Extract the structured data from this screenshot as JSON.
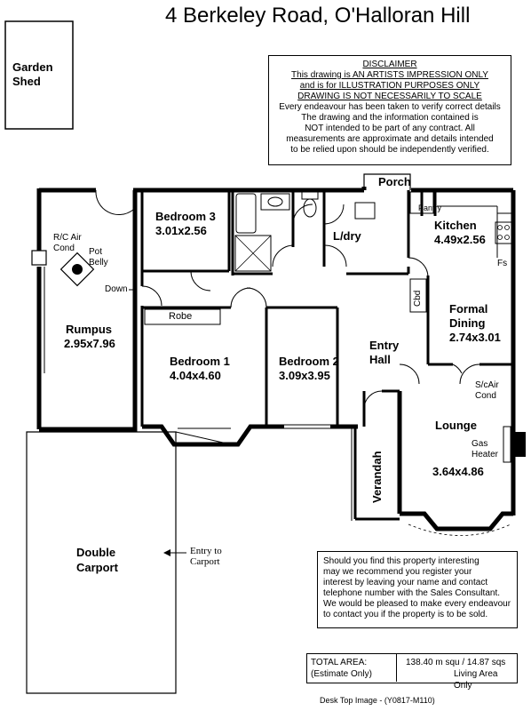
{
  "title": "4 Berkeley Road, O'Halloran Hill",
  "disclaimer": {
    "heading": "DISCLAIMER",
    "lines_underlined": [
      "This drawing is AN ARTISTS IMPRESSION ONLY",
      "and is for ILLUSTRATION PURPOSES ONLY",
      "DRAWING IS NOT NECESSARILY TO SCALE"
    ],
    "lines": [
      "Every endeavour has been taken to verify correct details",
      "The drawing and the information contained is",
      "NOT intended to be part of any contract. All",
      "measurements are approximate and details intended",
      "to be relied upon should be independently verified."
    ]
  },
  "rooms": {
    "garden_shed": [
      "Garden",
      "Shed"
    ],
    "bedroom3": {
      "name": "Bedroom 3",
      "size": "3.01x2.56"
    },
    "ldry": "L/dry",
    "porch": "Porch",
    "pantry": "Pantry",
    "kitchen": {
      "name": "Kitchen",
      "size": "4.49x2.56"
    },
    "fs": "Fs",
    "rc_air": [
      "R/C Air",
      "Cond"
    ],
    "pot_belly": [
      "Pot",
      "Belly"
    ],
    "down": "Down",
    "robe": "Robe",
    "cbd": "Cbd",
    "formal_dining": {
      "name1": "Formal",
      "name2": "Dining",
      "size": "2.74x3.01"
    },
    "rumpus": {
      "name": "Rumpus",
      "size": "2.95x7.96"
    },
    "bedroom1": {
      "name": "Bedroom 1",
      "size": "4.04x4.60"
    },
    "bedroom2": {
      "name": "Bedroom 2",
      "size": "3.09x3.95"
    },
    "entry_hall": [
      "Entry",
      "Hall"
    ],
    "sc_air": [
      "S/cAir",
      "Cond"
    ],
    "lounge": {
      "name": "Lounge",
      "size": "3.64x4.86"
    },
    "gas_heater": [
      "Gas",
      "Heater"
    ],
    "verandah": "Verandah",
    "double_carport": [
      "Double",
      "Carport"
    ],
    "entry_to_carport": [
      "Entry to",
      "Carport"
    ]
  },
  "info_box": [
    "Should you find this property interesting",
    "may we recommend you register your",
    "interest by leaving your name and contact",
    "telephone number with the Sales Consultant.",
    "We would be pleased to make every endeavour",
    "to contact you if the property is to be sold."
  ],
  "total_area": {
    "label1": "TOTAL AREA:",
    "label2": "(Estimate Only)",
    "value1": "138.40 m squ /  14.87 sqs",
    "value2": "Living Area Only"
  },
  "footer": "Desk Top Image - (Y0817-M110)"
}
